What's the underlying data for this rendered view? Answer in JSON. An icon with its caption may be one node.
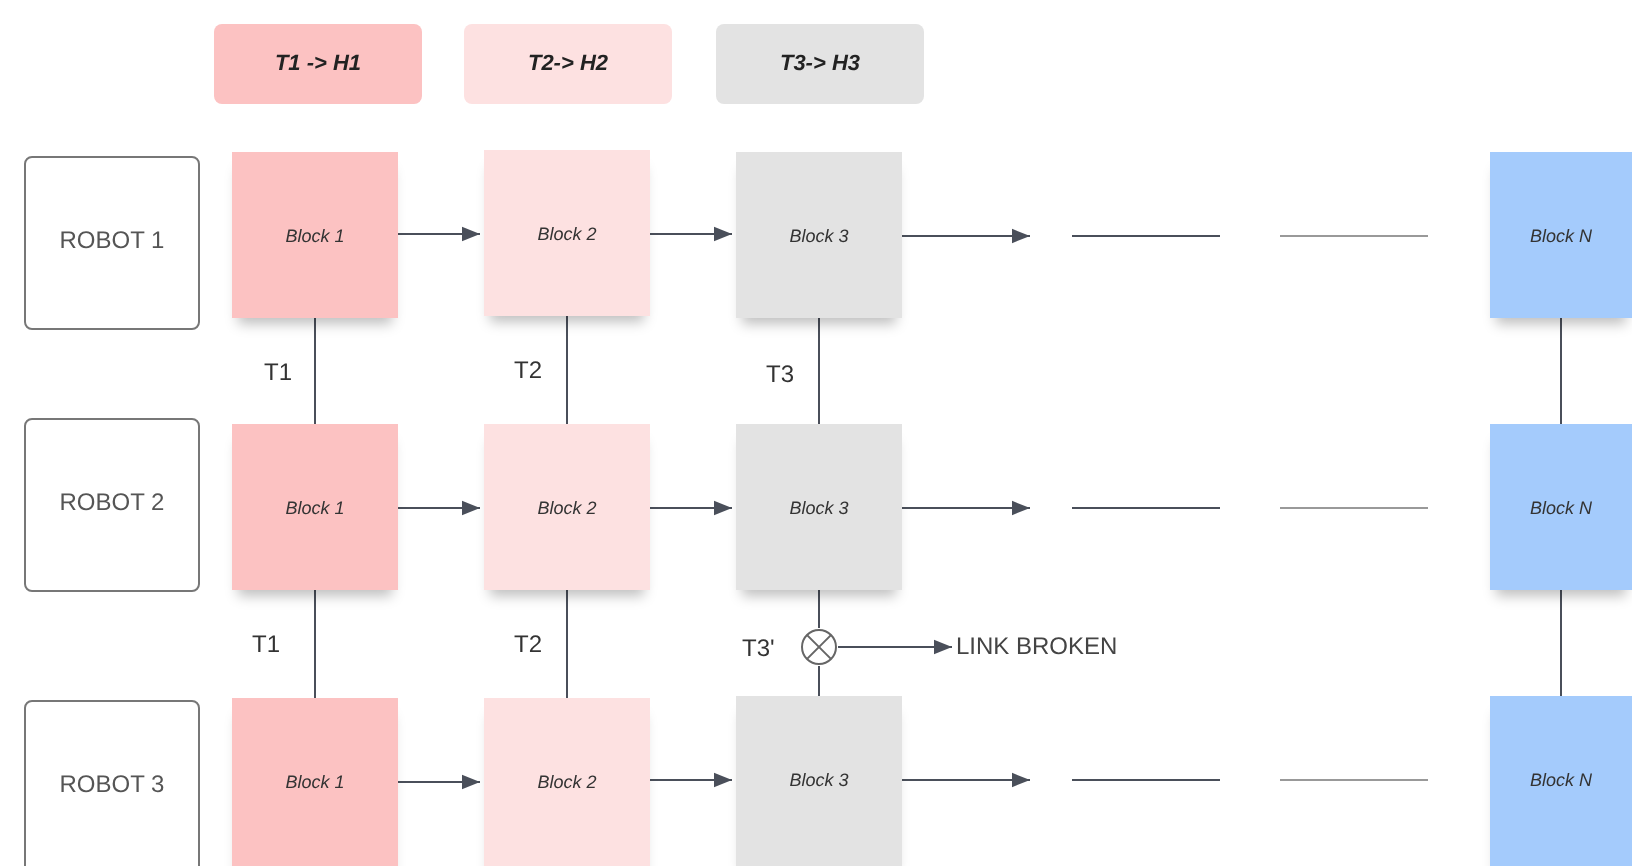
{
  "diagram": {
    "nodes": [
      {
        "text": [
          "T1 -> H1"
        ]
      },
      {
        "text": [
          "T2-> H2"
        ]
      },
      {
        "text": [
          "T3-> H3"
        ]
      },
      {
        "text": [
          "ROBOT 1"
        ]
      },
      {
        "text": [
          "Block 1"
        ]
      },
      {
        "text": [
          "Block 2"
        ]
      },
      {
        "text": [
          "Block 3"
        ]
      },
      {
        "text": [
          "Block N"
        ]
      },
      {
        "text": [
          "ROBOT 2"
        ]
      },
      {
        "text": [
          "Block 1"
        ]
      },
      {
        "text": [
          "Block 2"
        ]
      },
      {
        "text": [
          "Block 3"
        ]
      },
      {
        "text": [
          "Block N"
        ]
      },
      {
        "text": [],
        "shape": "circle"
      },
      {
        "text": [
          "LINK BROKEN"
        ]
      },
      {
        "text": [
          "ROBOT 3"
        ]
      },
      {
        "text": [
          "Block 1"
        ]
      },
      {
        "text": [
          "Block 2"
        ]
      },
      {
        "text": [
          "Block 3"
        ]
      },
      {
        "text": [
          "Block N"
        ]
      }
    ],
    "edges": [
      {
        "from": 4,
        "to": 5,
        "arrow": "to"
      },
      {
        "from": 5,
        "to": 6,
        "arrow": "to"
      },
      {
        "from": 6,
        "to": null,
        "arrow": "to"
      },
      {
        "from": 4,
        "to": 9,
        "arrow": "none",
        "label": "T1"
      },
      {
        "from": 5,
        "to": 10,
        "arrow": "none",
        "label": "T2"
      },
      {
        "from": 6,
        "to": 11,
        "arrow": "none",
        "label": "T3"
      },
      {
        "from": 7,
        "to": 12,
        "arrow": "none"
      },
      {
        "from": 9,
        "to": 10,
        "arrow": "to"
      },
      {
        "from": 10,
        "to": 11,
        "arrow": "to"
      },
      {
        "from": 11,
        "to": null,
        "arrow": "to"
      },
      {
        "from": 9,
        "to": 16,
        "arrow": "none",
        "label": "T1"
      },
      {
        "from": 10,
        "to": 17,
        "arrow": "none",
        "label": "T2"
      },
      {
        "from": 11,
        "to": 13,
        "arrow": "none",
        "label": "T3'"
      },
      {
        "from": 13,
        "to": 18,
        "arrow": "none"
      },
      {
        "from": 13,
        "to": 14,
        "arrow": "to"
      },
      {
        "from": 12,
        "to": 19,
        "arrow": "none"
      },
      {
        "from": 16,
        "to": 17,
        "arrow": "to"
      },
      {
        "from": 17,
        "to": 18,
        "arrow": "to"
      },
      {
        "from": 18,
        "to": null,
        "arrow": "to"
      }
    ]
  }
}
